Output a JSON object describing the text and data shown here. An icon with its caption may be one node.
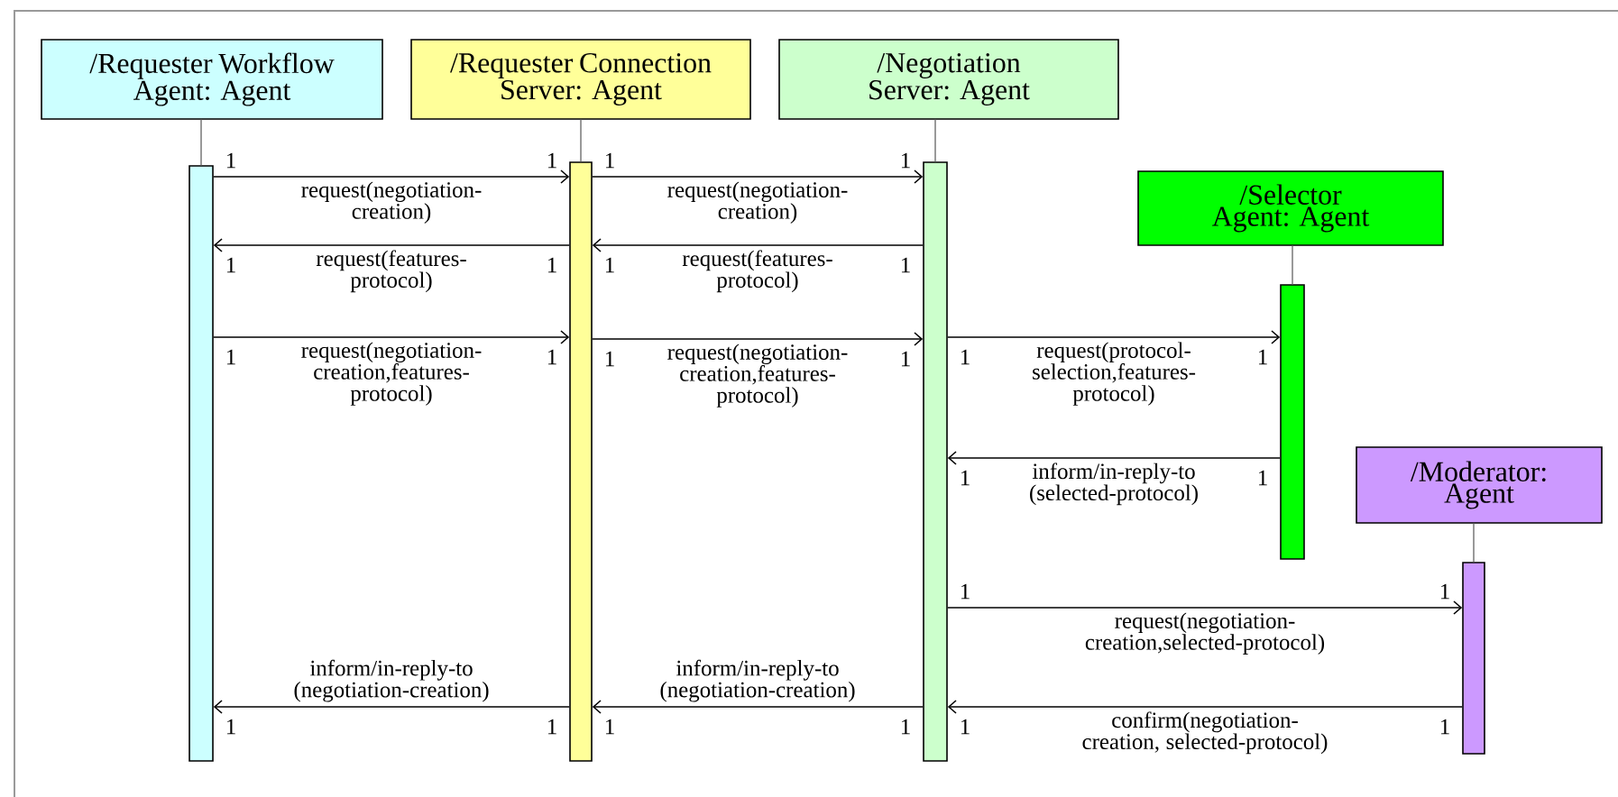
{
  "diagram": {
    "nodes": [
      {
        "text": [
          "/Requester Workflow Agent: Agent"
        ]
      },
      {
        "text": [
          "/Requester Connection Server: Agent"
        ]
      },
      {
        "text": [
          "/Negotiation Server: Agent"
        ]
      },
      {
        "text": [
          "/Selector Agent: Agent"
        ]
      },
      {
        "text": [
          "/Moderator: Agent"
        ]
      },
      {
        "text": [],
        "shape": "bar"
      },
      {
        "text": [],
        "shape": "bar"
      },
      {
        "text": [],
        "shape": "bar"
      },
      {
        "text": [],
        "shape": "bar"
      },
      {
        "text": [],
        "shape": "bar"
      }
    ],
    "edges": [
      {
        "from": 0,
        "to": 5,
        "arrow": "none",
        "color": "#808080"
      },
      {
        "from": 1,
        "to": 6,
        "arrow": "none",
        "color": "#808080"
      },
      {
        "from": 2,
        "to": 7,
        "arrow": "none",
        "color": "#808080"
      },
      {
        "from": 3,
        "to": 8,
        "arrow": "none",
        "color": "#808080"
      },
      {
        "from": 4,
        "to": 9,
        "arrow": "none",
        "color": "#808080"
      },
      {
        "from": 5,
        "to": 6,
        "arrow": "to",
        "label": "request(negotiation- creation)"
      },
      {
        "from": 6,
        "to": 7,
        "arrow": "to",
        "label": "request(negotiation- creation)"
      },
      {
        "from": 6,
        "to": 5,
        "arrow": "to",
        "label": "request(features- protocol)"
      },
      {
        "from": 7,
        "to": 6,
        "arrow": "to",
        "label": "request(features- protocol)"
      },
      {
        "from": 5,
        "to": 6,
        "arrow": "to",
        "label": "request(negotiation- creation,features- protocol)"
      },
      {
        "from": 6,
        "to": 7,
        "arrow": "to",
        "label": "request(negotiation- creation,features- protocol)"
      },
      {
        "from": 7,
        "to": 8,
        "arrow": "to",
        "label": "request(protocol- selection,features- protocol)"
      },
      {
        "from": 8,
        "to": 7,
        "arrow": "to",
        "label": "inform/in-reply-to (selected-protocol)"
      },
      {
        "from": 7,
        "to": 9,
        "arrow": "to",
        "label": "request(negotiation- creation,selected-protocol)"
      },
      {
        "from": 9,
        "to": 7,
        "arrow": "to",
        "label": "confirm(negotiation- creation, selected-protocol)"
      },
      {
        "from": 7,
        "to": 6,
        "arrow": "to",
        "label": "inform/in-reply-to (negotiation-creation)"
      },
      {
        "from": 6,
        "to": 5,
        "arrow": "to",
        "label": "inform/in-reply-to (negotiation-creation)"
      }
    ],
    "labels": [
      "1",
      "1",
      "1",
      "1",
      "1",
      "1",
      "1",
      "1",
      "1",
      "1",
      "1",
      "1",
      "1",
      "1",
      "1",
      "1",
      "1",
      "1",
      "1",
      "1",
      "1",
      "1",
      "1",
      "1"
    ]
  }
}
